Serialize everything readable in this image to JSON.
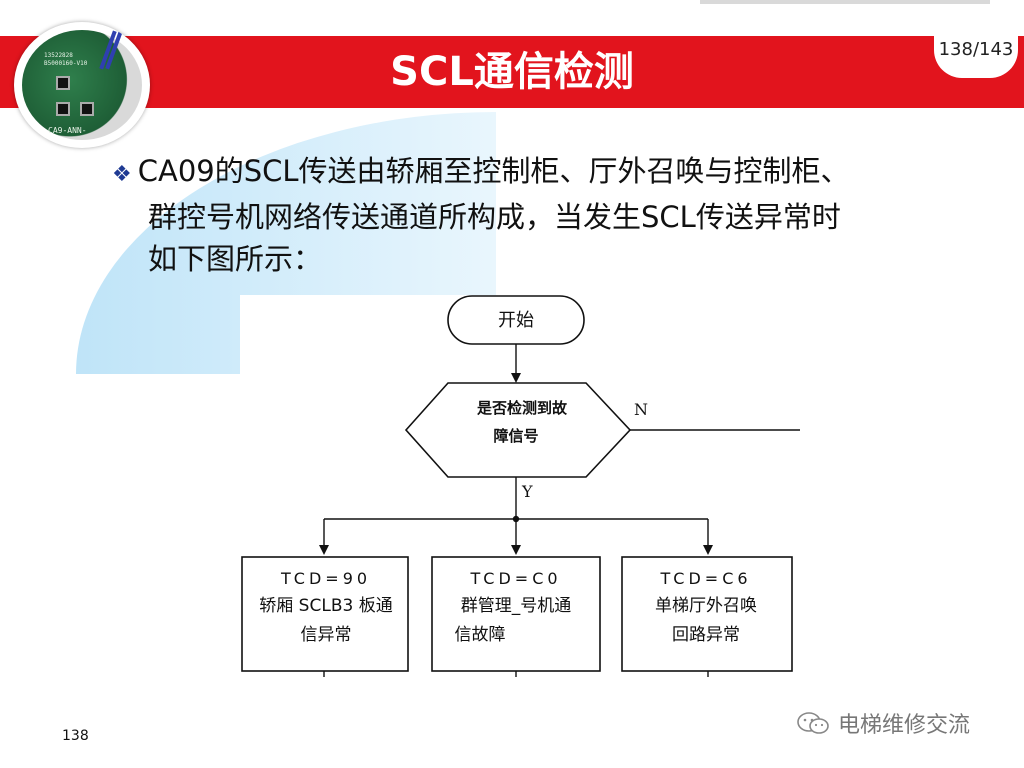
{
  "header": {
    "title": "SCL通信检测",
    "page_indicator": "138/143",
    "logo": {
      "board_labels": [
        "13522828",
        "B5000160-V10",
        "CA9-ANN-"
      ]
    }
  },
  "content": {
    "bullet_lines": [
      "CA09的SCL传送由轿厢至控制柜、厅外召唤与控制柜、",
      "群控号机网络传送通道所构成，当发生SCL传送异常时",
      "如下图所示："
    ]
  },
  "flowchart": {
    "start": "开始",
    "decision": [
      "是否检测到故",
      "障信号"
    ],
    "no_label": "N",
    "yes_label": "Y",
    "boxes": [
      {
        "code": "TCD=90",
        "line1": "轿厢 SCLB3 板通",
        "line2": "信异常"
      },
      {
        "code": "TCD=C0",
        "line1": "群管理_号机通",
        "line2": "信故障"
      },
      {
        "code": "TCD=C6",
        "line1": "单梯厅外召唤",
        "line2": "回路异常"
      }
    ]
  },
  "footer": {
    "page_number": "138",
    "watermark": "电梯维修交流"
  },
  "colors": {
    "title_bar": "#e2141d",
    "bullet": "#1f3a93",
    "swoosh": "#cfeaf9"
  }
}
